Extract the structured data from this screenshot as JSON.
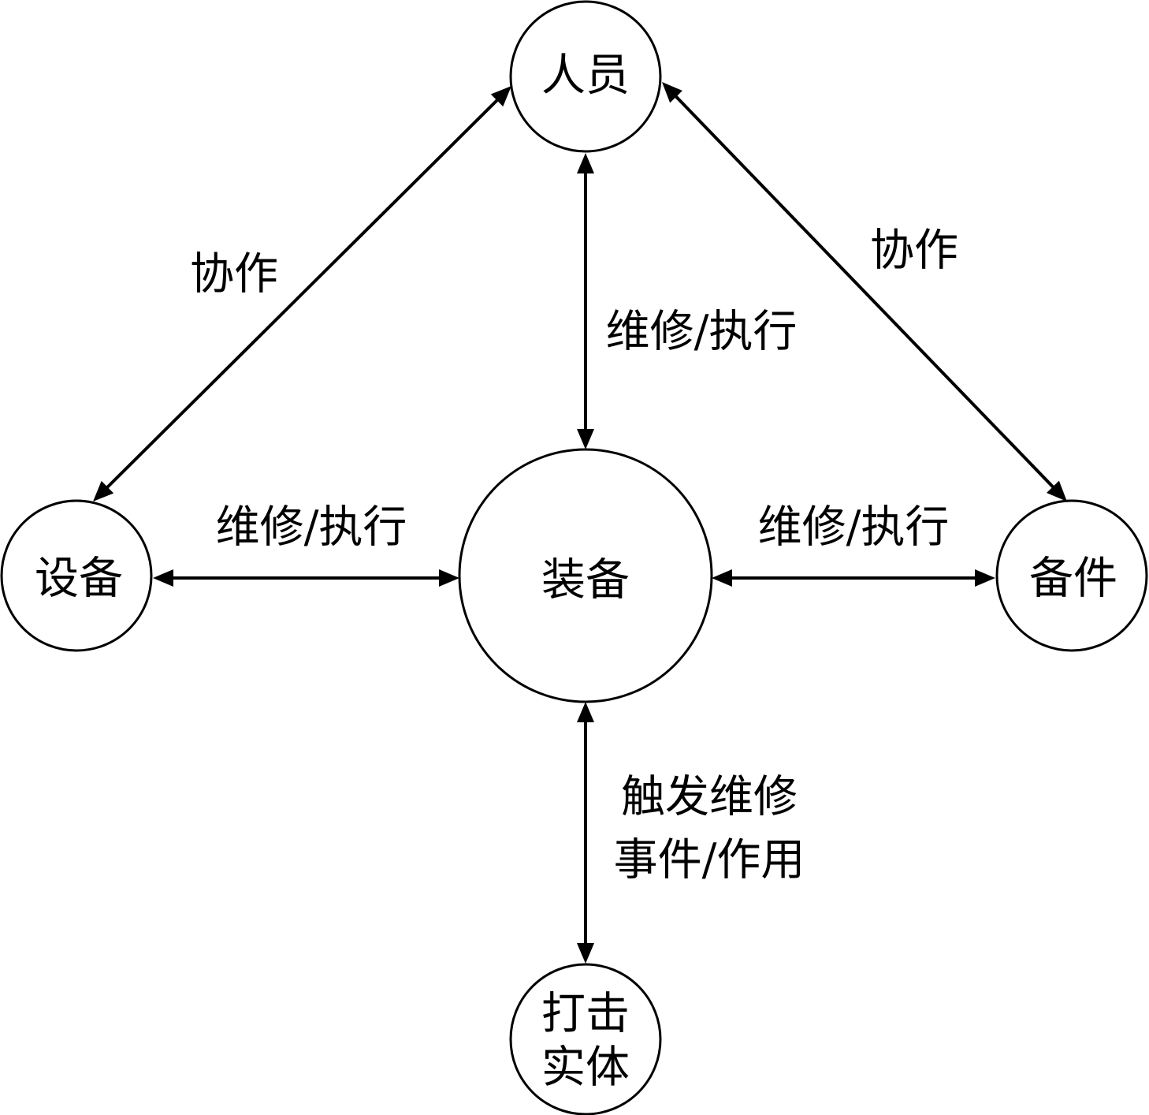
{
  "colors": {
    "line": "#000000",
    "background": "#ffffff"
  },
  "nodes": {
    "personnel": {
      "label": "人员"
    },
    "equipment_main": {
      "label": "装备"
    },
    "facilities": {
      "label": "设备"
    },
    "spare_parts": {
      "label": "备件"
    },
    "strike_entity": {
      "line1": "打击",
      "line2": "实体"
    }
  },
  "edges": {
    "facilities_personnel": {
      "label": "协作"
    },
    "spare_parts_personnel": {
      "label": "协作"
    },
    "personnel_equipment": {
      "label": "维修/执行"
    },
    "facilities_equipment": {
      "label": "维修/执行"
    },
    "spare_parts_equipment": {
      "label": "维修/执行"
    },
    "strike_equipment": {
      "line1": "触发维修",
      "line2": "事件/作用"
    }
  }
}
